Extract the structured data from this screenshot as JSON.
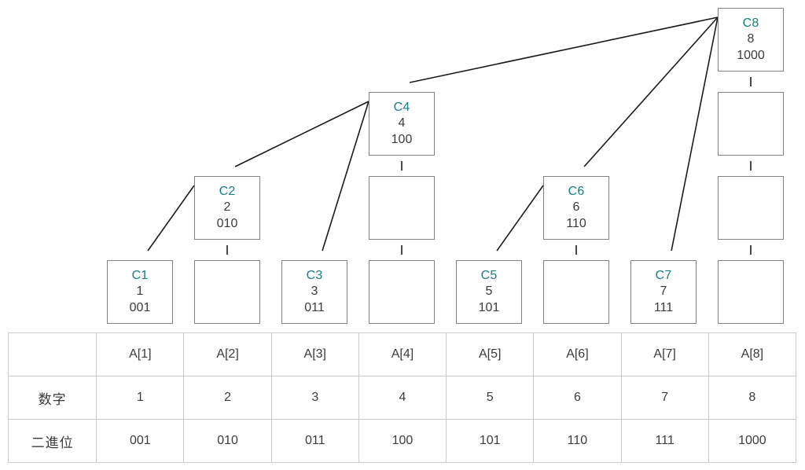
{
  "diagram": {
    "type": "fenwick-tree",
    "accent_color": "#17807e",
    "text_color": "#3b3b3b",
    "box_border_color": "#7f8184",
    "edge_color": "#1a1a1a",
    "table_border_color": "#c9cbcc",
    "nodes": [
      {
        "id": "C1",
        "label": "C1",
        "number": "1",
        "binary": "001",
        "col": 1,
        "level": 1
      },
      {
        "id": "C2",
        "label": "C2",
        "number": "2",
        "binary": "010",
        "col": 2,
        "level": 2
      },
      {
        "id": "C3",
        "label": "C3",
        "number": "3",
        "binary": "011",
        "col": 3,
        "level": 1
      },
      {
        "id": "C4",
        "label": "C4",
        "number": "4",
        "binary": "100",
        "col": 4,
        "level": 3
      },
      {
        "id": "C5",
        "label": "C5",
        "number": "5",
        "binary": "101",
        "col": 5,
        "level": 1
      },
      {
        "id": "C6",
        "label": "C6",
        "number": "6",
        "binary": "110",
        "col": 6,
        "level": 2
      },
      {
        "id": "C7",
        "label": "C7",
        "number": "7",
        "binary": "111",
        "col": 7,
        "level": 1
      },
      {
        "id": "C8",
        "label": "C8",
        "number": "8",
        "binary": "1000",
        "col": 8,
        "level": 4
      }
    ],
    "empty_boxes": [
      {
        "col": 2,
        "level": 1
      },
      {
        "col": 4,
        "level": 2
      },
      {
        "col": 4,
        "level": 1
      },
      {
        "col": 6,
        "level": 1
      },
      {
        "col": 8,
        "level": 3
      },
      {
        "col": 8,
        "level": 2
      },
      {
        "col": 8,
        "level": 1
      }
    ],
    "edges": [
      {
        "from": "C2",
        "to": "C1"
      },
      {
        "from": "C4",
        "to": "C2"
      },
      {
        "from": "C4",
        "to": "C3"
      },
      {
        "from": "C6",
        "to": "C5"
      },
      {
        "from": "C8",
        "to": "C4"
      },
      {
        "from": "C8",
        "to": "C6"
      },
      {
        "from": "C8",
        "to": "C7"
      }
    ],
    "stem_connectors": [
      {
        "col": 2,
        "between": "2-1"
      },
      {
        "col": 4,
        "between": "3-2"
      },
      {
        "col": 4,
        "between": "2-1"
      },
      {
        "col": 6,
        "between": "2-1"
      },
      {
        "col": 8,
        "between": "4-3"
      },
      {
        "col": 8,
        "between": "3-2"
      },
      {
        "col": 8,
        "between": "2-1"
      }
    ]
  },
  "table": {
    "corner_label": "",
    "headers": [
      "",
      "A[1]",
      "A[2]",
      "A[3]",
      "A[4]",
      "A[5]",
      "A[6]",
      "A[7]",
      "A[8]"
    ],
    "rows": [
      {
        "label": "数字",
        "values": [
          "1",
          "2",
          "3",
          "4",
          "5",
          "6",
          "7",
          "8"
        ]
      },
      {
        "label": "二進位",
        "values": [
          "001",
          "010",
          "011",
          "100",
          "101",
          "110",
          "111",
          "1000"
        ]
      }
    ]
  }
}
